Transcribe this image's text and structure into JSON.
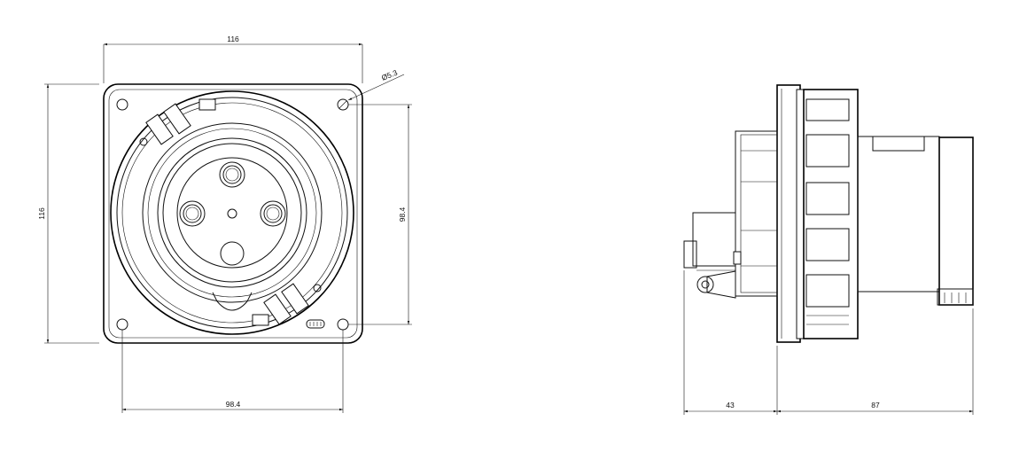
{
  "front_view": {
    "width_dim": "116",
    "height_dim": "116",
    "hole_dia": "Ø5.3",
    "hole_spacing_v": "98.4",
    "hole_spacing_h": "98.4"
  },
  "side_view": {
    "depth_front_dim": "43",
    "depth_rear_dim": "87"
  }
}
